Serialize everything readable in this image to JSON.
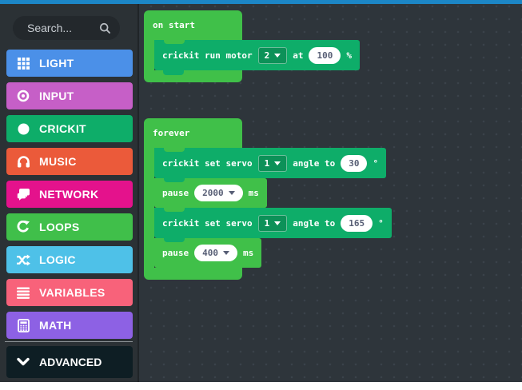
{
  "colors": {
    "topbar": "#1C86C6",
    "sidebar_bg": "#2B3135",
    "workspace_bg": "#2E353B",
    "wrapper_green": "#40C049",
    "crickit_teal": "#0EAD69",
    "advanced_bg": "#0E1E24"
  },
  "sidebar": {
    "search_placeholder": "Search...",
    "categories": [
      {
        "label": "LIGHT",
        "color": "#4B90E8"
      },
      {
        "label": "INPUT",
        "color": "#C65FC7"
      },
      {
        "label": "CRICKIT",
        "color": "#0EAD69"
      },
      {
        "label": "MUSIC",
        "color": "#EB5A3A"
      },
      {
        "label": "NETWORK",
        "color": "#E4128C"
      },
      {
        "label": "LOOPS",
        "color": "#40BF4A"
      },
      {
        "label": "LOGIC",
        "color": "#4EC1E8"
      },
      {
        "label": "VARIABLES",
        "color": "#F8627A"
      },
      {
        "label": "MATH",
        "color": "#8D61E4"
      }
    ],
    "advanced_label": "ADVANCED"
  },
  "workspace": {
    "on_start": {
      "title": "on start",
      "run_motor": {
        "label": "crickit run motor",
        "motor_dropdown": "2",
        "at_label": "at",
        "power_value": "100",
        "unit": "%"
      }
    },
    "forever": {
      "title": "forever",
      "set_servo_1": {
        "label": "crickit set servo",
        "servo_dropdown": "1",
        "angle_label": "angle to",
        "angle_value": "30",
        "unit": "°"
      },
      "pause_1": {
        "label": "pause",
        "duration": "2000",
        "unit": "ms"
      },
      "set_servo_2": {
        "label": "crickit set servo",
        "servo_dropdown": "1",
        "angle_label": "angle to",
        "angle_value": "165",
        "unit": "°"
      },
      "pause_2": {
        "label": "pause",
        "duration": "400",
        "unit": "ms"
      }
    }
  }
}
